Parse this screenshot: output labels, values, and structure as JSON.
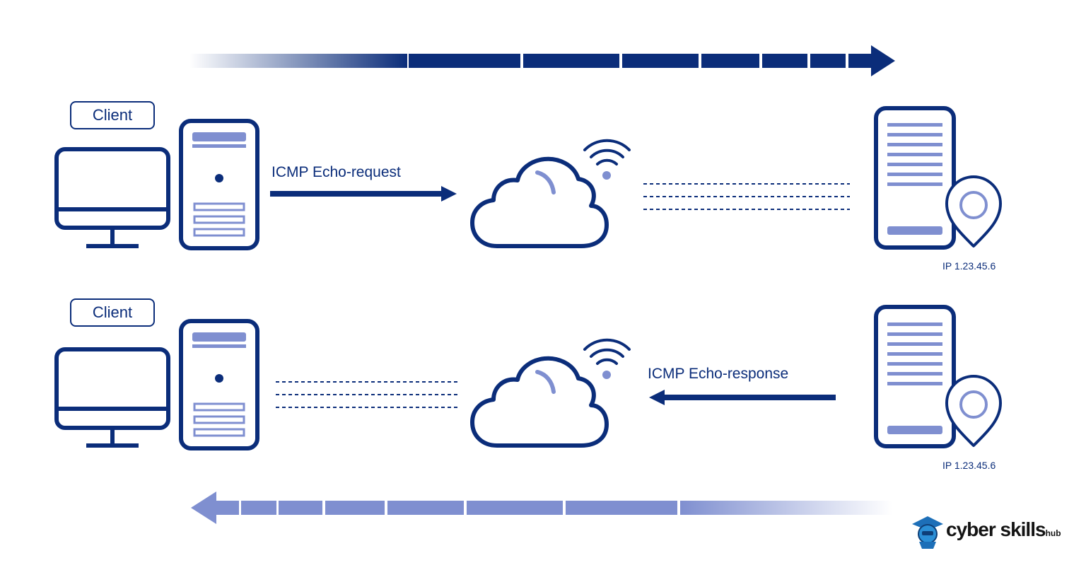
{
  "colors": {
    "primary": "#0b2d7a",
    "accent": "#7f8fd0"
  },
  "request_row": {
    "client_label": "Client",
    "message": "ICMP Echo-request",
    "server_ip": "IP 1.23.45.6"
  },
  "response_row": {
    "client_label": "Client",
    "message": "ICMP Echo-response",
    "server_ip": "IP 1.23.45.6"
  },
  "logo": {
    "name": "cyber skills",
    "suffix": "hub"
  }
}
